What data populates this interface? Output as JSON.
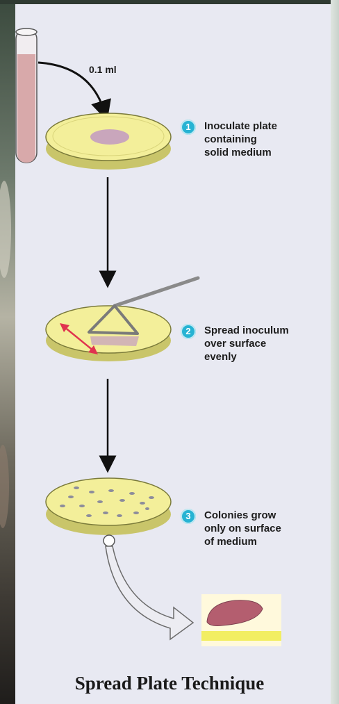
{
  "title": "Spread Plate Technique",
  "volume_label": "0.1 ml",
  "steps": [
    {
      "number": "1",
      "lines": [
        "Inoculate plate",
        "containing",
        "solid medium"
      ]
    },
    {
      "number": "2",
      "lines": [
        "Spread inoculum",
        "over surface",
        "evenly"
      ]
    },
    {
      "number": "3",
      "lines": [
        "Colonies grow",
        "only on surface",
        "of medium"
      ]
    }
  ],
  "colors": {
    "badge": "#27b3d3",
    "agar": "#f3ef9a",
    "plate_edge": "#c9c56a",
    "inoculum": "#c9a6bc",
    "tube_liquid": "#d8a9aa",
    "spread_arrow": "#e0334f",
    "colony": "#8c8c9b",
    "colony_cross_section": "#b45e6f"
  },
  "icons": [
    "test-tube-icon",
    "petri-dish-icon",
    "spreader-icon",
    "colony-zoom-icon"
  ]
}
